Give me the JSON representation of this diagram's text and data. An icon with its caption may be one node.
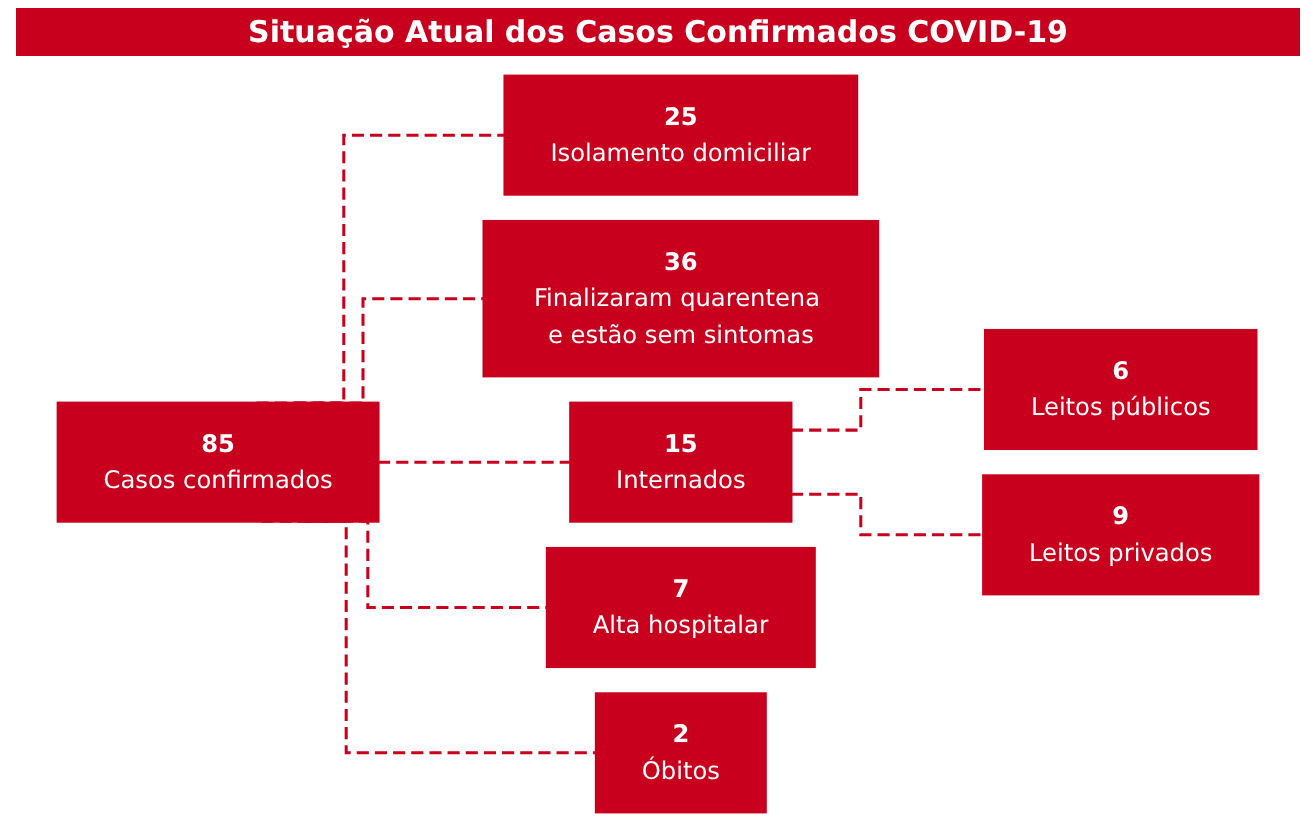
{
  "diagram": {
    "title": "Situação Atual dos Casos Confirmados COVID-19",
    "nodes": [
      {
        "text": [
          "85",
          "Casos confirmados"
        ]
      },
      {
        "text": [
          "25",
          "Isolamento domiciliar"
        ]
      },
      {
        "text": [
          "36",
          "Finalizaram quarentena e estão sem sintomas"
        ]
      },
      {
        "text": [
          "15",
          "Internados"
        ]
      },
      {
        "text": [
          "7",
          "Alta hospitalar"
        ]
      },
      {
        "text": [
          "2",
          "Óbitos"
        ]
      },
      {
        "text": [
          "6",
          "Leitos públicos"
        ]
      },
      {
        "text": [
          "9",
          "Leitos privados"
        ]
      }
    ],
    "edges": [
      {
        "from": 0,
        "to": 1,
        "arrow": "none",
        "style": "dashed"
      },
      {
        "from": 0,
        "to": 2,
        "arrow": "none",
        "style": "dashed"
      },
      {
        "from": 0,
        "to": 3,
        "arrow": "none",
        "style": "dashed"
      },
      {
        "from": 0,
        "to": 4,
        "arrow": "none",
        "style": "dashed"
      },
      {
        "from": 0,
        "to": 5,
        "arrow": "none",
        "style": "dashed"
      },
      {
        "from": 3,
        "to": 6,
        "arrow": "none",
        "style": "dashed"
      },
      {
        "from": 3,
        "to": 7,
        "arrow": "none",
        "style": "dashed"
      }
    ]
  }
}
